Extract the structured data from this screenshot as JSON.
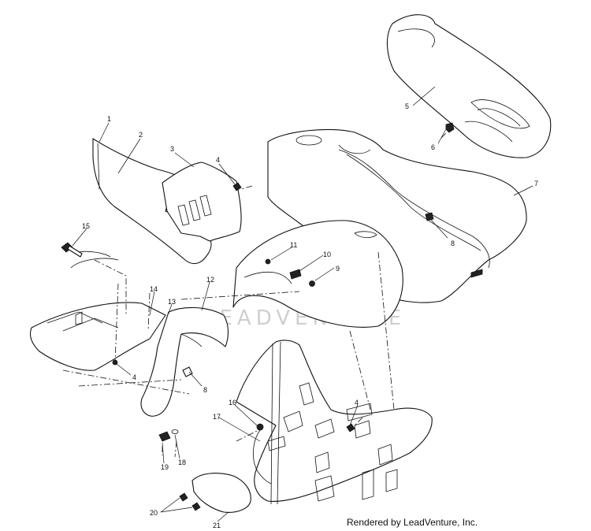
{
  "watermark": "LEADVENTURE",
  "credit": "Rendered by LeadVenture, Inc.",
  "callouts": {
    "c1": "1",
    "c2": "2",
    "c3": "3",
    "c4a": "4",
    "c4b": "4",
    "c4c": "4",
    "c5": "5",
    "c6": "6",
    "c7": "7",
    "c8a": "8",
    "c8b": "8",
    "c9": "9",
    "c10": "10",
    "c11": "11",
    "c12": "12",
    "c13": "13",
    "c14": "14",
    "c15": "15",
    "c16": "16",
    "c17": "17",
    "c18": "18",
    "c19": "19",
    "c20": "20",
    "c21": "21"
  }
}
